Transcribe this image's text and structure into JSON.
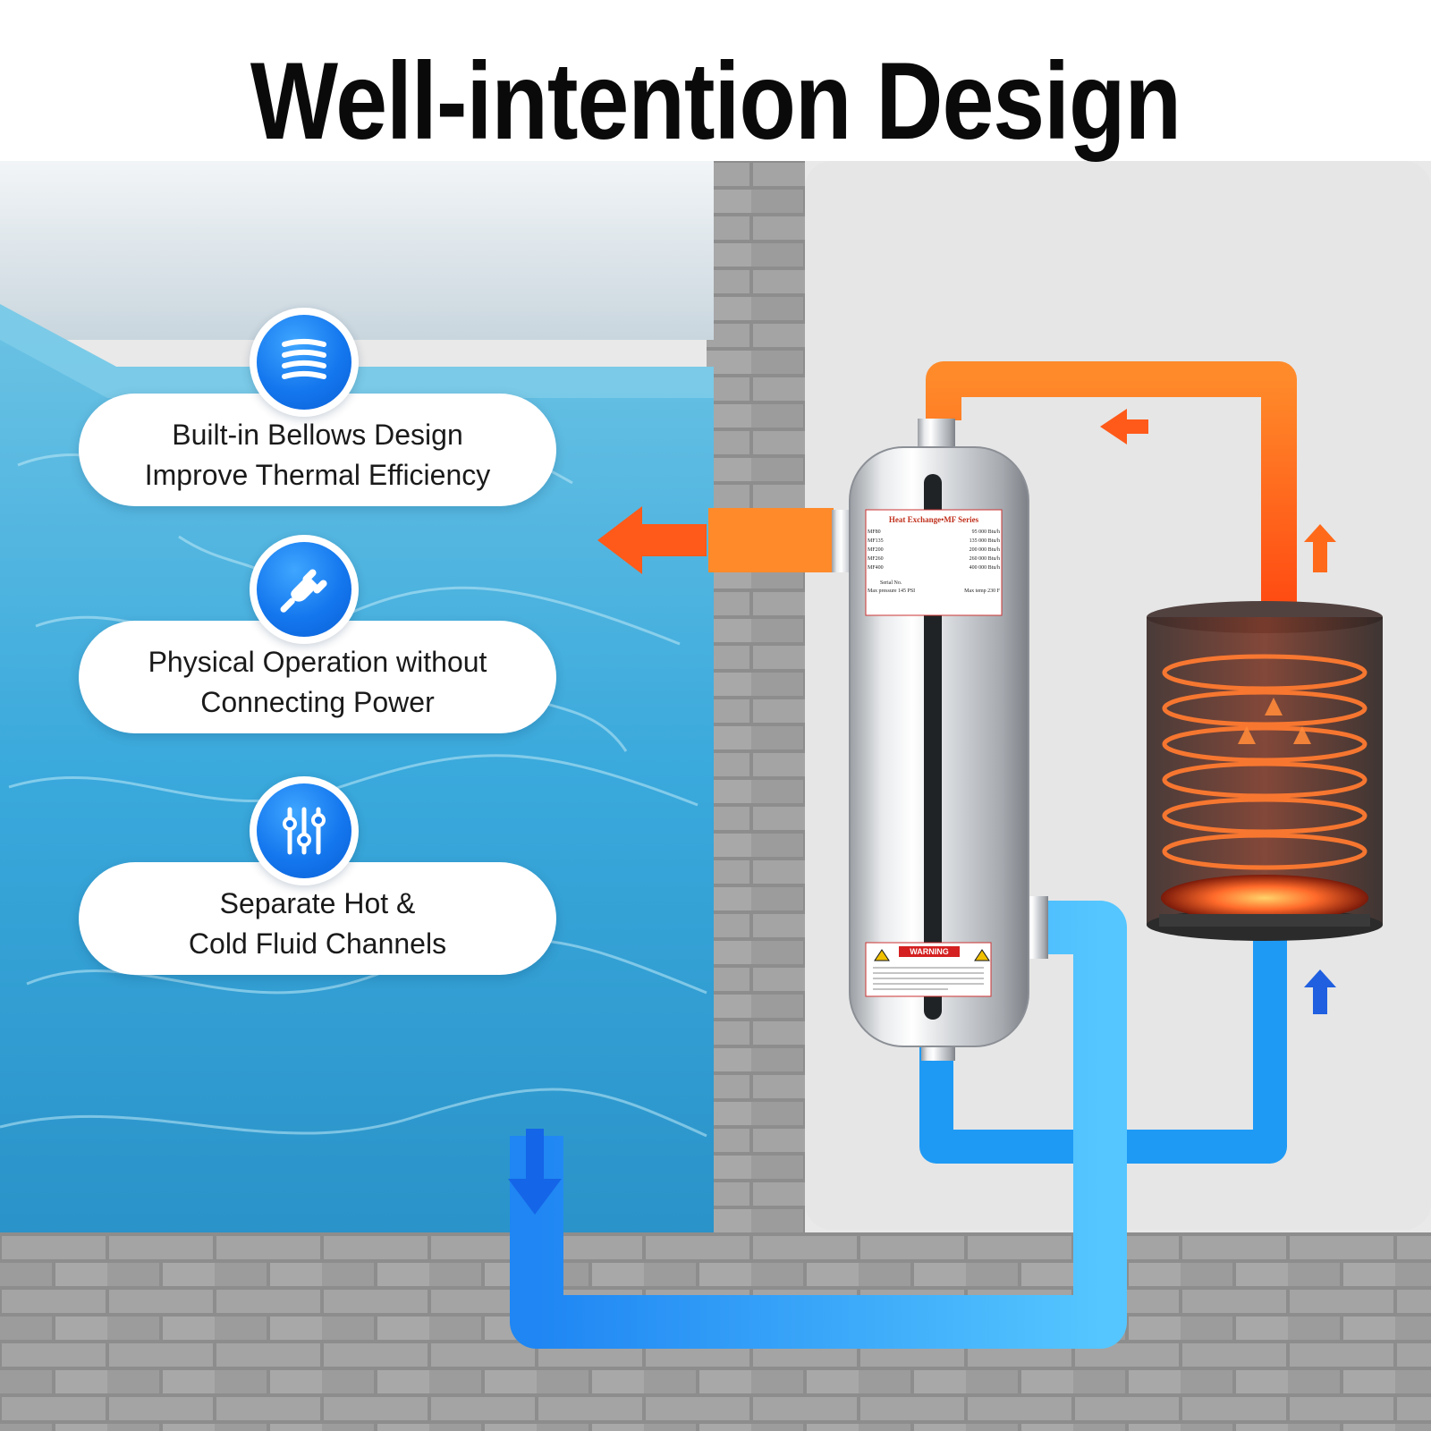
{
  "title": "Well-intention Design",
  "features": [
    {
      "icon": "bellows-coil-icon",
      "line1": "Built-in Bellows Design",
      "line2": "Improve Thermal Efficiency"
    },
    {
      "icon": "power-plug-icon",
      "line1": "Physical Operation without",
      "line2": "Connecting Power"
    },
    {
      "icon": "sliders-icon",
      "line1": "Separate Hot &",
      "line2": "Cold Fluid Channels"
    }
  ],
  "label": {
    "heading": "Heat Exchange•MF Series",
    "models": [
      {
        "model": "MF80",
        "rating": "95 000 Btu/h"
      },
      {
        "model": "MF135",
        "rating": "135 000 Btu/h"
      },
      {
        "model": "MF200",
        "rating": "200 000 Btu/h"
      },
      {
        "model": "MF260",
        "rating": "260 000 Btu/h"
      },
      {
        "model": "MF400",
        "rating": "400 000 Btu/h"
      }
    ],
    "serial": "Serial No.",
    "max_pressure": "Max pressure 145 PSI",
    "max_temp": "Max temp 230 F"
  },
  "warning": {
    "heading": "WARNING"
  },
  "colors": {
    "hot": "#ff5a1a",
    "cold": "#1e8af5",
    "badge": "#1477ee"
  }
}
